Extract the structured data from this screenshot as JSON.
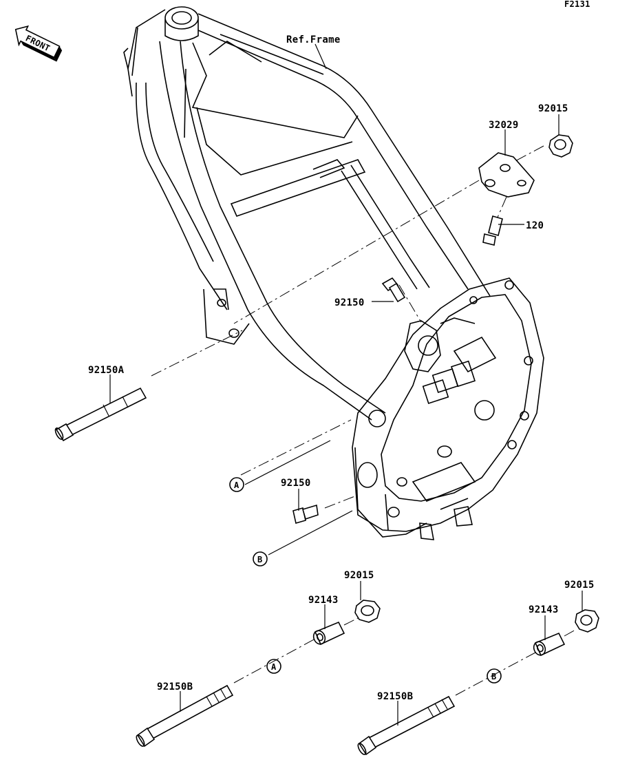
{
  "figure_code": "F2131",
  "front_arrow_label": "FRONT",
  "frame_label": "Ref.Frame",
  "callouts": {
    "bracket": "32029",
    "nut_top": "92015",
    "bolt_120": "120",
    "bolt_mid": "92150",
    "bolt_left": "92150A",
    "bolt_lower": "92150",
    "ref_a": "A",
    "ref_b": "B",
    "nut_center": "92015",
    "collar_center": "92143",
    "ref_a_lower": "A",
    "long_bolt_left": "92150B",
    "nut_right": "92015",
    "collar_right": "92143",
    "ref_b_lower": "B",
    "long_bolt_right": "92150B"
  }
}
